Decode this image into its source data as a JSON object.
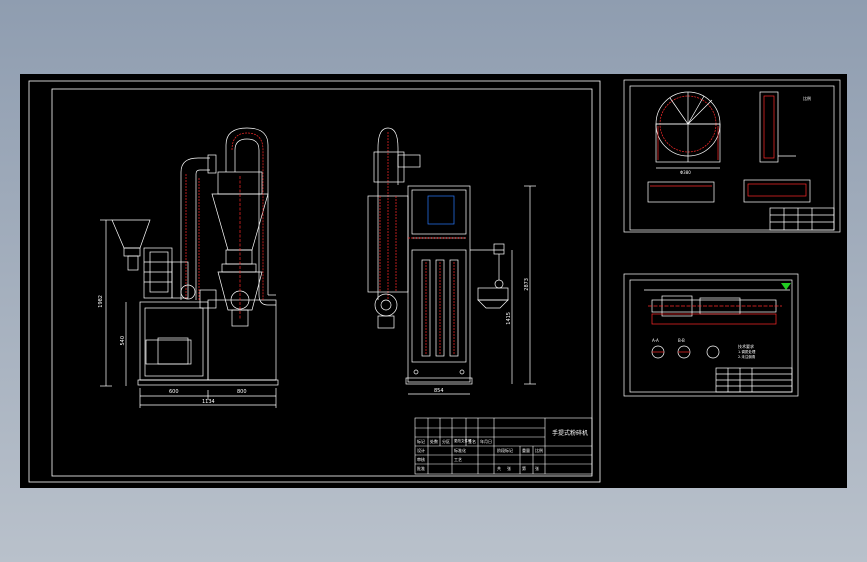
{
  "colors": {
    "background_top": "#8f9db0",
    "background_bottom": "#b9c1cb",
    "drawing_space": "#000000",
    "line": "#ffffff",
    "accent": "#ff2a2a",
    "highlight": "#2a7bff",
    "flag": "#22cc22"
  },
  "main_drawing": {
    "front_view": {
      "dims": {
        "height_overall": "1982",
        "height_base": "540",
        "width_left": "600",
        "width_right": "800",
        "width_total": "1134"
      }
    },
    "side_view": {
      "dims": {
        "height_right": "2873",
        "height_inner": "1415",
        "width_base": "854"
      }
    },
    "title_block": {
      "drawing_name": "手提式粉碎机",
      "cells": [
        "标记",
        "处数",
        "分区",
        "更改文件号",
        "签名",
        "年月日",
        "设计",
        "标准化",
        "阶段标记",
        "重量",
        "比例",
        "审核",
        "工艺",
        "批准",
        "共",
        "张",
        "第",
        "张"
      ]
    }
  },
  "sheet_2": {
    "label": "比例",
    "dim": "Φ380"
  },
  "sheet_3": {
    "note_label": "技术要求",
    "tech_notes": [
      "1.调质处理",
      "2.未注倒角"
    ],
    "section_labels": [
      "A-A",
      "B-B"
    ]
  }
}
